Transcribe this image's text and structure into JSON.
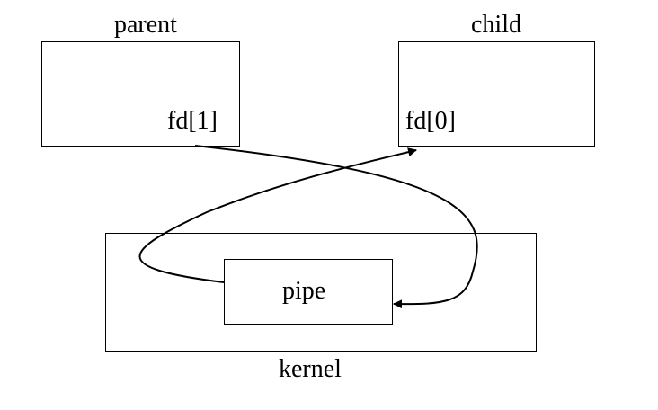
{
  "diagram": {
    "parent": {
      "title": "parent",
      "fd_label": "fd[1]"
    },
    "child": {
      "title": "child",
      "fd_label": "fd[0]"
    },
    "kernel": {
      "title": "kernel"
    },
    "pipe": {
      "label": "pipe"
    },
    "colors": {
      "stroke": "#000000",
      "background": "#ffffff"
    }
  }
}
